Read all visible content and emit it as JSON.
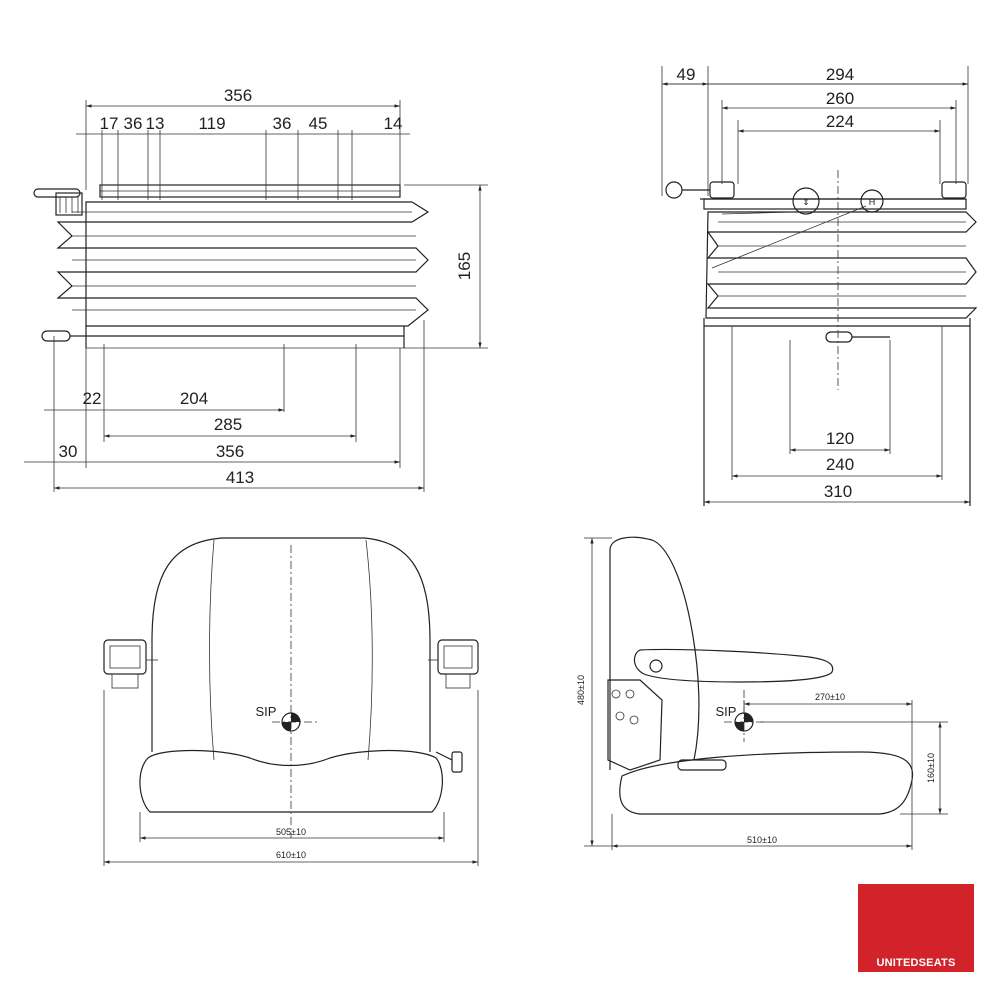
{
  "dimensions": {
    "topleft": {
      "top_overall": "356",
      "top_segments": [
        "17",
        "36",
        "13",
        "119",
        "36",
        "45",
        "14"
      ],
      "height": "165",
      "bottom": [
        "22",
        "204",
        "285",
        "30",
        "356",
        "413"
      ]
    },
    "topright": {
      "top": [
        "49",
        "294",
        "260",
        "224"
      ],
      "bottom": [
        "120",
        "240",
        "310"
      ]
    },
    "front_view": {
      "sip_label": "SIP",
      "cushion_width": "505±10",
      "overall_width": "610±10"
    },
    "side_view": {
      "sip_label": "SIP",
      "height": "480±10",
      "sip_horizontal": "270±10",
      "sip_vertical": "160±10",
      "depth": "510±10"
    }
  },
  "brand": {
    "name": "UNITEDSEATS",
    "color": "#d2232a"
  },
  "icons": [
    "height-adjust-icon",
    "weight-adjust-icon"
  ]
}
